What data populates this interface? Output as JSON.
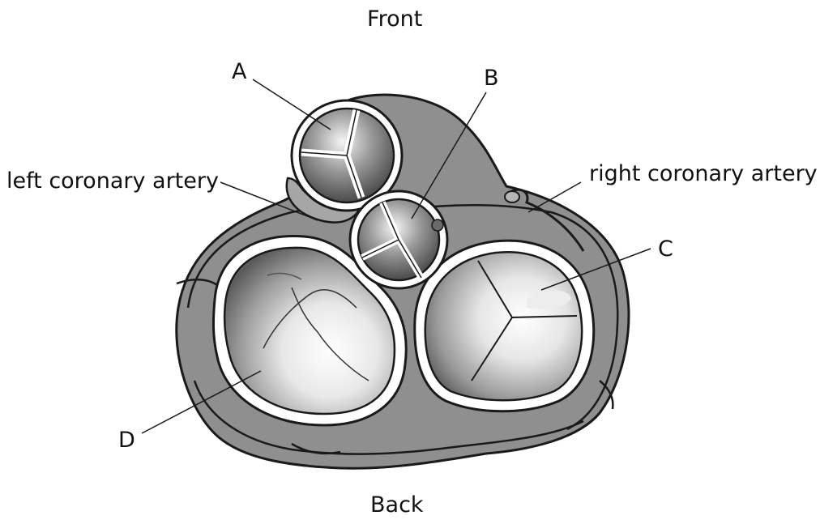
{
  "orientation": {
    "top": "Front",
    "bottom": "Back"
  },
  "labels": {
    "a": "A",
    "b": "B",
    "c": "C",
    "d": "D",
    "left_coronary": "left coronary artery",
    "right_coronary": "right coronary artery"
  },
  "colors": {
    "tissue": "#8f8f8f",
    "tissue_dark": "#6e6e6e",
    "ring": "#ffffff",
    "outline": "#1a1a1a",
    "cavity_light": "#f4f4f4",
    "cavity_dark": "#5a5a5a"
  }
}
